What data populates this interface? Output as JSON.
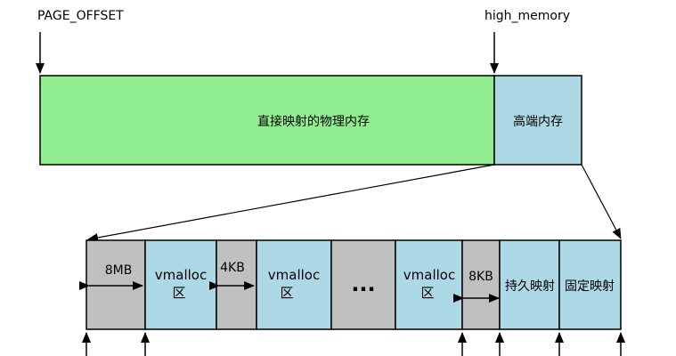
{
  "labels": {
    "page_offset": "PAGE_OFFSET",
    "high_memory": "high_memory"
  },
  "top_bar": {
    "direct_mapping": "直接映射的物理内存",
    "high_mem": "高端内存"
  },
  "bottom_bar": {
    "gap1": "8MB",
    "vmalloc1_line1": "vmalloc",
    "vmalloc1_line2": "区",
    "gap2": "4KB",
    "vmalloc2_line1": "vmalloc",
    "vmalloc2_line2": "区",
    "ellipsis": "...",
    "vmalloc3_line1": "vmalloc",
    "vmalloc3_line2": "区",
    "gap3": "8KB",
    "persistent_map": "持久映射",
    "fixed_map": "固定映射"
  },
  "colors": {
    "direct_green": "#90ee90",
    "blue_region": "#add8e6",
    "gray_gap": "#c0c0c0"
  }
}
